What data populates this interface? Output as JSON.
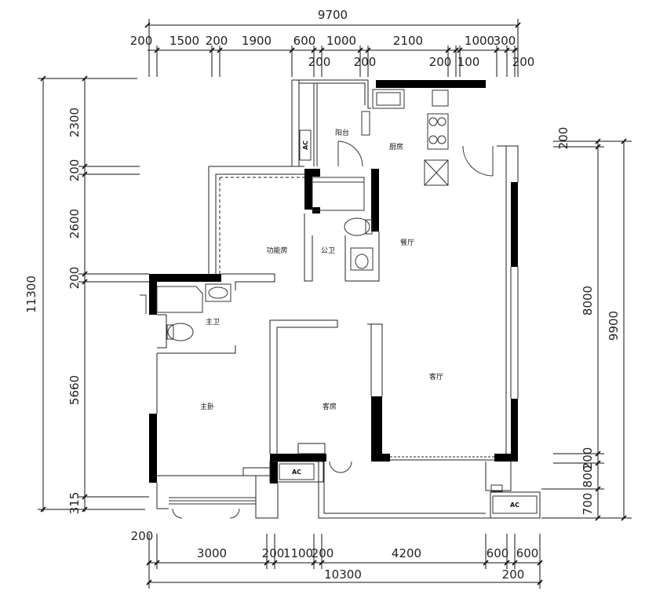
{
  "dimensions": {
    "top_total": "9700",
    "top_segments": [
      "200",
      "1500",
      "200",
      "1900",
      "600",
      "1000",
      "2100",
      "1000",
      "300"
    ],
    "top_sub": [
      "200",
      "200",
      "200",
      "100",
      "200"
    ],
    "left_total": "11300",
    "left_segments": [
      "2300",
      "200",
      "2600",
      "200",
      "5660",
      "315"
    ],
    "right_inner_total": "8000",
    "right_outer_total": "9900",
    "right_segments": [
      "200",
      "200",
      "800",
      "700"
    ],
    "bottom_segments": [
      "200",
      "3000",
      "200",
      "1100",
      "200",
      "4200",
      "600",
      "600"
    ],
    "bottom_total": "10300",
    "bottom_extra": "200"
  },
  "rooms": {
    "balcony": "阳台",
    "kitchen": "厨房",
    "multifunction": "功能房",
    "public_bath": "公卫",
    "dining": "餐厅",
    "master_bath": "主卫",
    "living": "客厅",
    "master_bedroom": "主卧",
    "guest_bedroom": "客房"
  },
  "ac_label": "AC"
}
